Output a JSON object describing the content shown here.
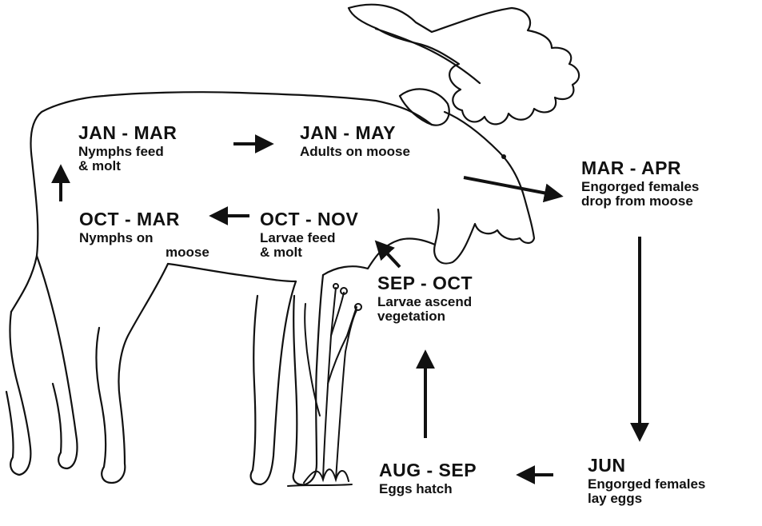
{
  "stages": {
    "jan_mar": {
      "period": "JAN - MAR",
      "line1": "Nymphs feed",
      "line2": "& molt"
    },
    "jan_may": {
      "period": "JAN - MAY",
      "line1": "Adults on moose"
    },
    "mar_apr": {
      "period": "MAR - APR",
      "line1": "Engorged females",
      "line2": "drop from moose"
    },
    "oct_mar": {
      "period": "OCT - MAR",
      "line1": "Nymphs on",
      "line2": "moose"
    },
    "oct_nov": {
      "period": "OCT - NOV",
      "line1": "Larvae feed",
      "line2": "& molt"
    },
    "sep_oct": {
      "period": "SEP - OCT",
      "line1": "Larvae ascend",
      "line2": "vegetation"
    },
    "aug_sep": {
      "period": "AUG - SEP",
      "line1": "Eggs hatch"
    },
    "jun": {
      "period": "JUN",
      "line1": "Engorged females",
      "line2": "lay eggs"
    }
  },
  "colors": {
    "ink": "#111111",
    "background": "#ffffff"
  },
  "illustration": "moose-silhouette"
}
